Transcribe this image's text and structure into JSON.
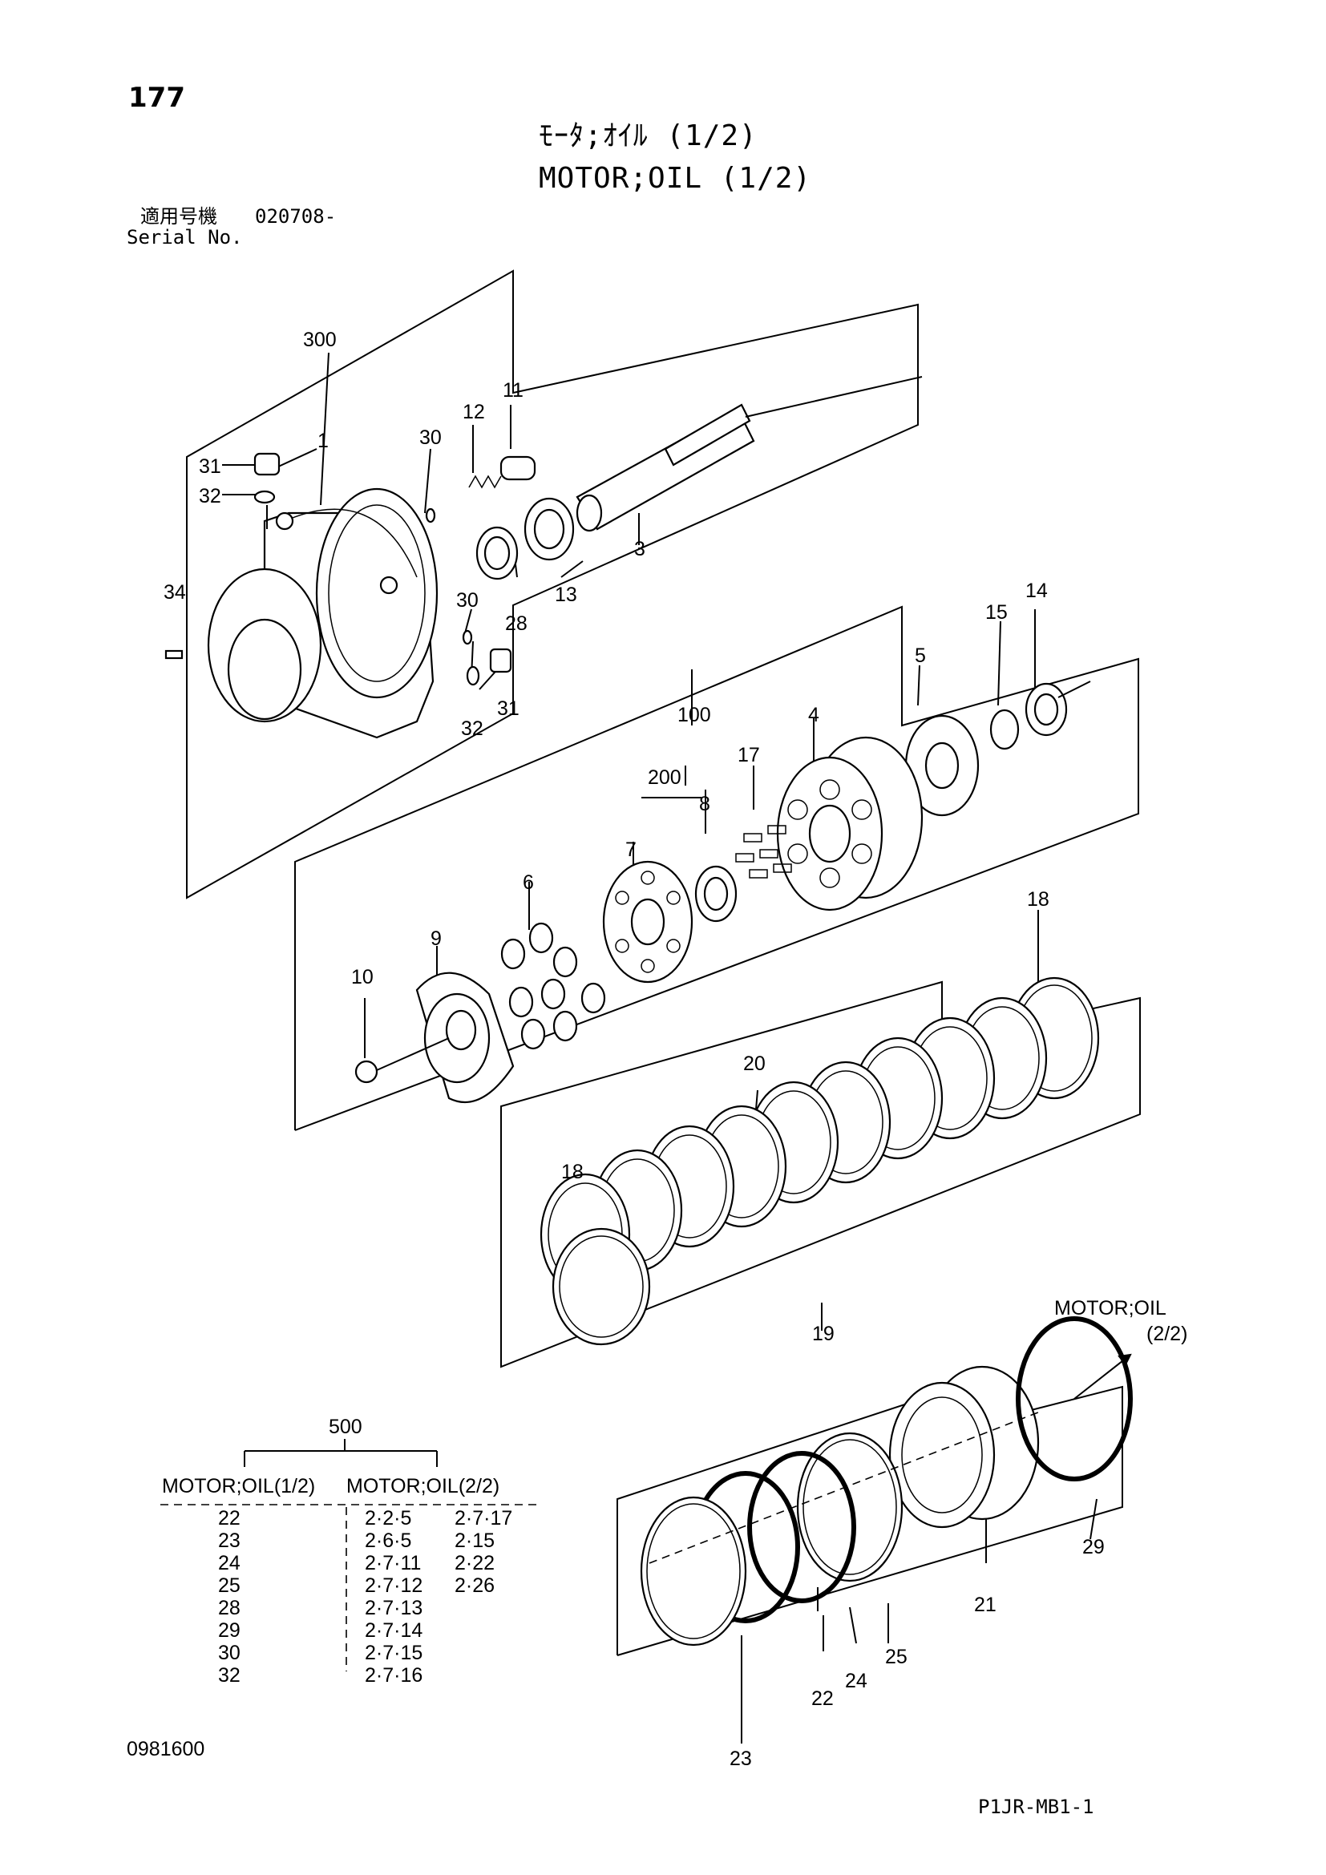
{
  "header": {
    "page_number": "177",
    "title_jp": "ﾓｰﾀ;ｵｲﾙ (1/2)",
    "title_en": "MOTOR;OIL (1/2)",
    "serial_label_jp": "適用号機",
    "serial_value": "020708-",
    "serial_label_en": "Serial No."
  },
  "callouts": {
    "c300": "300",
    "c1": "1",
    "c30a": "30",
    "c12": "12",
    "c11": "11",
    "c31a": "31",
    "c32a": "32",
    "c34": "34",
    "c3": "3",
    "c13": "13",
    "c28": "28",
    "c30b": "30",
    "c31b": "31",
    "c32b": "32",
    "c5": "5",
    "c15": "15",
    "c14": "14",
    "c100": "100",
    "c200": "200",
    "c17": "17",
    "c4": "4",
    "c8": "8",
    "c7": "7",
    "c6": "6",
    "c9": "9",
    "c10": "10",
    "c18a": "18",
    "c20": "20",
    "c18b": "18",
    "c19": "19",
    "c21": "21",
    "c29": "29",
    "c25": "25",
    "c24": "24",
    "c22": "22",
    "c23": "23"
  },
  "ref_note": {
    "line1": "MOTOR;OIL",
    "line2": "(2/2)"
  },
  "assembly_table": {
    "group": "500",
    "col1_header": "MOTOR;OIL(1/2)",
    "col2_header": "MOTOR;OIL(2/2)",
    "col1_items": [
      "22",
      "23",
      "24",
      "25",
      "28",
      "29",
      "30",
      "32"
    ],
    "col2_items": [
      "2·2·5",
      "2·6·5",
      "2·7·11",
      "2·7·12",
      "2·7·13",
      "2·7·14",
      "2·7·15",
      "2·7·16"
    ],
    "col3_items": [
      "2·7·17",
      "2·15",
      "2·22",
      "2·26"
    ]
  },
  "footer": {
    "doc_number": "0981600",
    "page_code": "P1JR-MB1-1"
  }
}
